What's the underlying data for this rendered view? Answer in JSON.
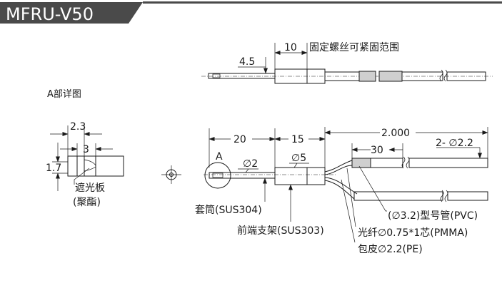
{
  "header": {
    "model": "MFRU-V50",
    "bar_color": "#4a4a4a",
    "text_color": "#ffffff"
  },
  "top_view": {
    "dim_fix": "10",
    "dim_fix_label": "固定螺丝可紧固范围",
    "dim_offset": "4.5"
  },
  "detail_a": {
    "title": "A部详图",
    "dim_width": "2.3",
    "dim_inner": "3",
    "dim_height": "1.7",
    "shield_label": "遮光板",
    "shield_material": "(聚酯)"
  },
  "main_view": {
    "dim_sleeve": "20",
    "dim_holder": "15",
    "dim_length": "2.000",
    "dim_cable": "2- ∅2.2",
    "dim_tube": "30",
    "sleeve_dia": "∅2",
    "holder_dia": "∅5",
    "detail_mark": "A",
    "label_sleeve": "套筒(SUS304)",
    "label_holder": "前端支架(SUS303)",
    "label_tube": "(∅3.2)型号管(PVC)",
    "label_fiber": "光纤∅0.75*1芯(PMMA)",
    "label_jacket": "包皮∅2.2(PE)"
  }
}
